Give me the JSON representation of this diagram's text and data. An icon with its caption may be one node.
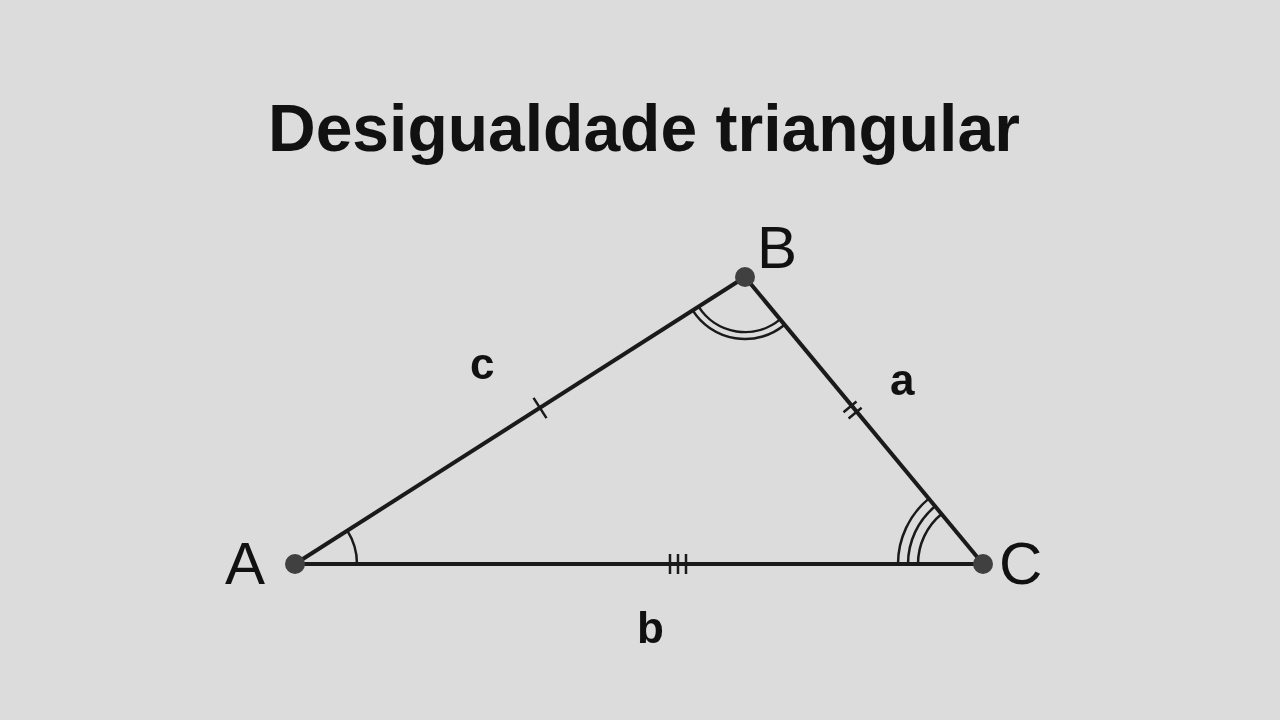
{
  "diagram": {
    "title": "Desigualdade triangular",
    "nodes": [
      {
        "text": [
          "A"
        ]
      },
      {
        "text": [
          "B"
        ]
      },
      {
        "text": [
          "C"
        ]
      }
    ],
    "edges": [
      {
        "from": 0,
        "to": 1,
        "arrow": "none",
        "label": "c"
      },
      {
        "from": 1,
        "to": 2,
        "arrow": "none",
        "label": "a"
      },
      {
        "from": 0,
        "to": 2,
        "arrow": "none",
        "label": "b"
      }
    ]
  }
}
